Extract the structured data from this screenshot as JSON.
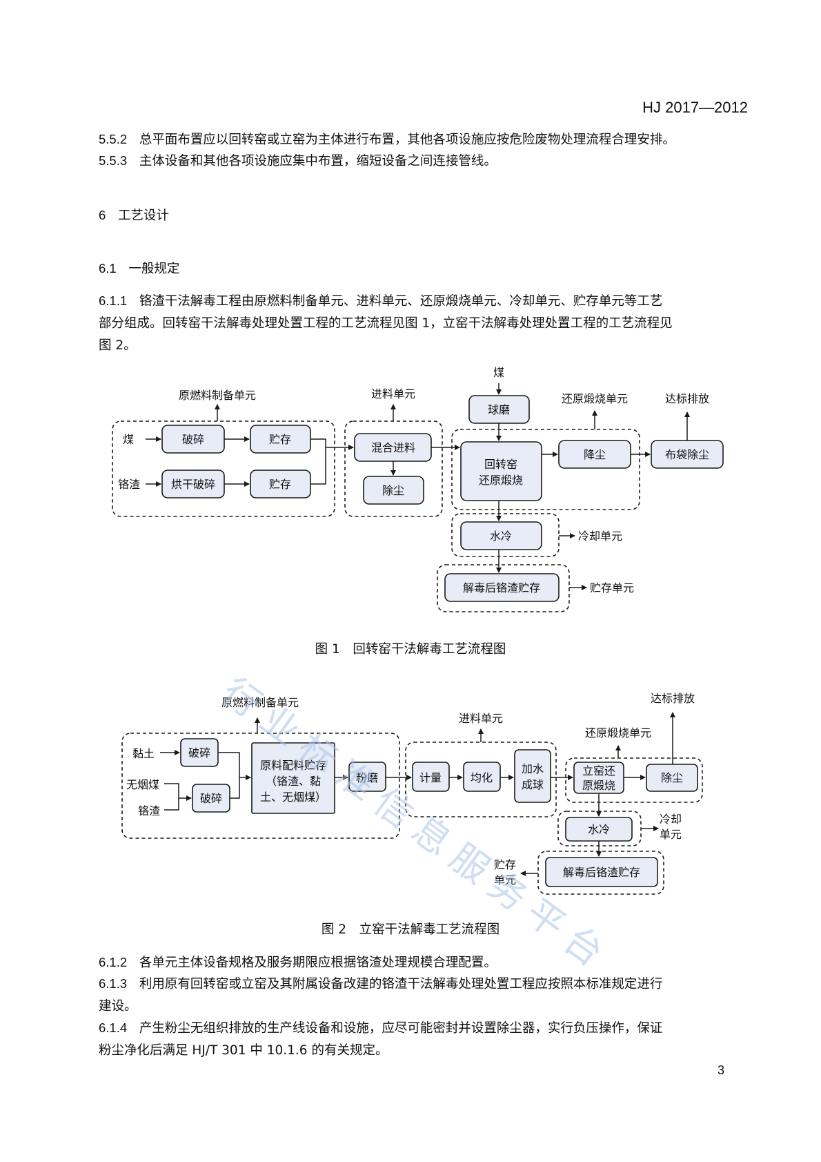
{
  "header": "HJ 2017—2012",
  "paragraphs": {
    "p552_num": "5.5.2",
    "p552_text": "总平面布置应以回转窑或立窑为主体进行布置，其他各项设施应按危险废物处理流程合理安排。",
    "p553_num": "5.5.3",
    "p553_text": "主体设备和其他各项设施应集中布置，缩短设备之间连接管线。",
    "sec6_num": "6",
    "sec6_title": "工艺设计",
    "sec61_num": "6.1",
    "sec61_title": "一般规定",
    "p611_num": "6.1.1",
    "p611_line1": "铬渣干法解毒工程由原燃料制备单元、进料单元、还原煅烧单元、冷却单元、贮存单元等工艺",
    "p611_line2": "部分组成。回转窑干法解毒处理处置工程的工艺流程见图 1，立窑干法解毒处理处置工程的工艺流程见",
    "p611_line3": "图 2。",
    "p612_num": "6.1.2",
    "p612_text": "各单元主体设备规格及服务期限应根据铬渣处理规模合理配置。",
    "p613_num": "6.1.3",
    "p613_line1": "利用原有回转窑或立窑及其附属设备改建的铬渣干法解毒处理处置工程应按照本标准规定进行",
    "p613_line2": "建设。",
    "p614_num": "6.1.4",
    "p614_line1": "产生粉尘无组织排放的生产线设备和设施，应尽可能密封并设置除尘器，实行负压操作，保证",
    "p614_line2": "粉尘净化后满足 HJ/T 301 中 10.1.6 的有关规定。"
  },
  "fig1": {
    "caption": "图 1　回转窑干法解毒工艺流程图",
    "unit_raw": "原燃料制备单元",
    "unit_feed": "进料单元",
    "unit_reduce": "还原煅烧单元",
    "discharge": "达标排放",
    "unit_cool": "冷却单元",
    "unit_store": "贮存单元",
    "in_coal": "煤",
    "in_chrome": "铬渣",
    "top_coal": "煤",
    "crush": "破碎",
    "dry_crush": "烘干破碎",
    "store": "贮存",
    "mix_feed": "混合进料",
    "dedust": "除尘",
    "ball_mill": "球磨",
    "kiln_l1": "回转窑",
    "kiln_l2": "还原煅烧",
    "cool_dust": "降尘",
    "bag_filter": "布袋除尘",
    "water_cool": "水冷",
    "slag_store": "解毒后铬渣贮存"
  },
  "fig2": {
    "caption": "图 2　立窑干法解毒工艺流程图",
    "unit_raw": "原燃料制备单元",
    "unit_feed": "进料单元",
    "unit_reduce": "还原煅烧单元",
    "discharge": "达标排放",
    "unit_cool_l1": "冷却",
    "unit_cool_l2": "单元",
    "unit_store_l1": "贮存",
    "unit_store_l2": "单元",
    "in_clay": "黏土",
    "in_anthracite": "无烟煤",
    "in_chrome": "铬渣",
    "crush": "破碎",
    "mix_l1": "原料配料贮存",
    "mix_l2": "（铬渣、黏",
    "mix_l3": "土、无烟煤）",
    "grind": "粉磨",
    "meter": "计量",
    "homog": "均化",
    "ball_l1": "加水",
    "ball_l2": "成球",
    "shaft_l1": "立窑还",
    "shaft_l2": "原煅烧",
    "dedust": "除尘",
    "water_cool": "水冷",
    "slag_store": "解毒后铬渣贮存"
  },
  "watermark": "行业标准信息服务平台",
  "page_number": "3"
}
